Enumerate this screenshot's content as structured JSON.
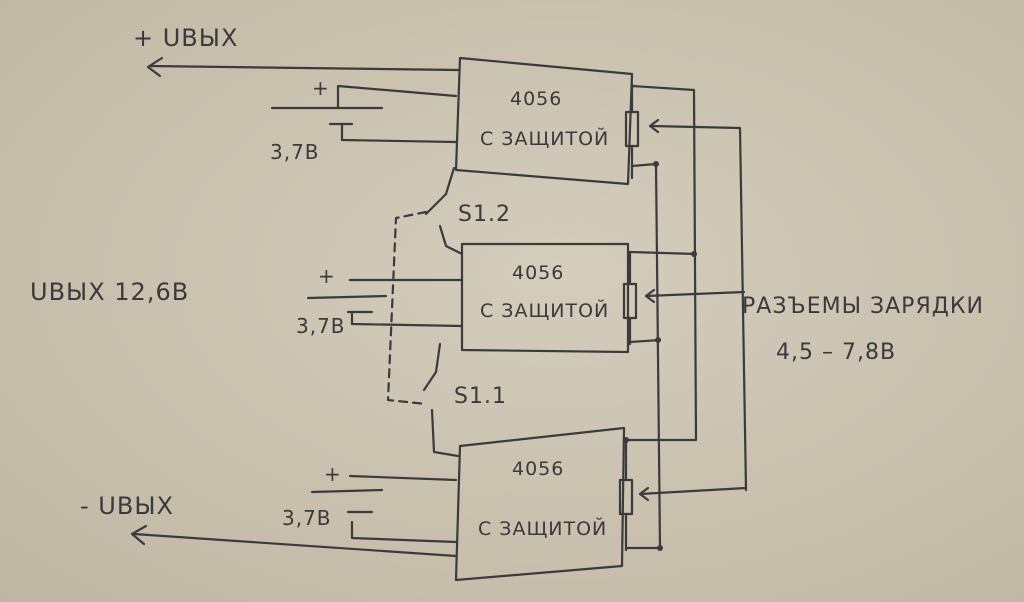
{
  "labels": {
    "out_plus": "+ UВЫХ",
    "out_minus": "- UВЫХ",
    "out_voltage": "UВЫХ 12,6В",
    "charge_jacks": "РАЗЪЕМЫ ЗАРЯДКИ",
    "charge_range": "4,5 – 7,8В",
    "switch_top": "S1.2",
    "switch_bottom": "S1.1"
  },
  "modules": [
    {
      "model": "4056",
      "note": "С ЗАЩИТОЙ"
    },
    {
      "model": "4056",
      "note": "С ЗАЩИТОЙ"
    },
    {
      "model": "4056",
      "note": "С ЗАЩИТОЙ"
    }
  ],
  "cells": [
    {
      "plus": "+",
      "voltage": "3,7В"
    },
    {
      "plus": "+",
      "voltage": "3,7В"
    },
    {
      "plus": "+",
      "voltage": "3,7В"
    }
  ]
}
